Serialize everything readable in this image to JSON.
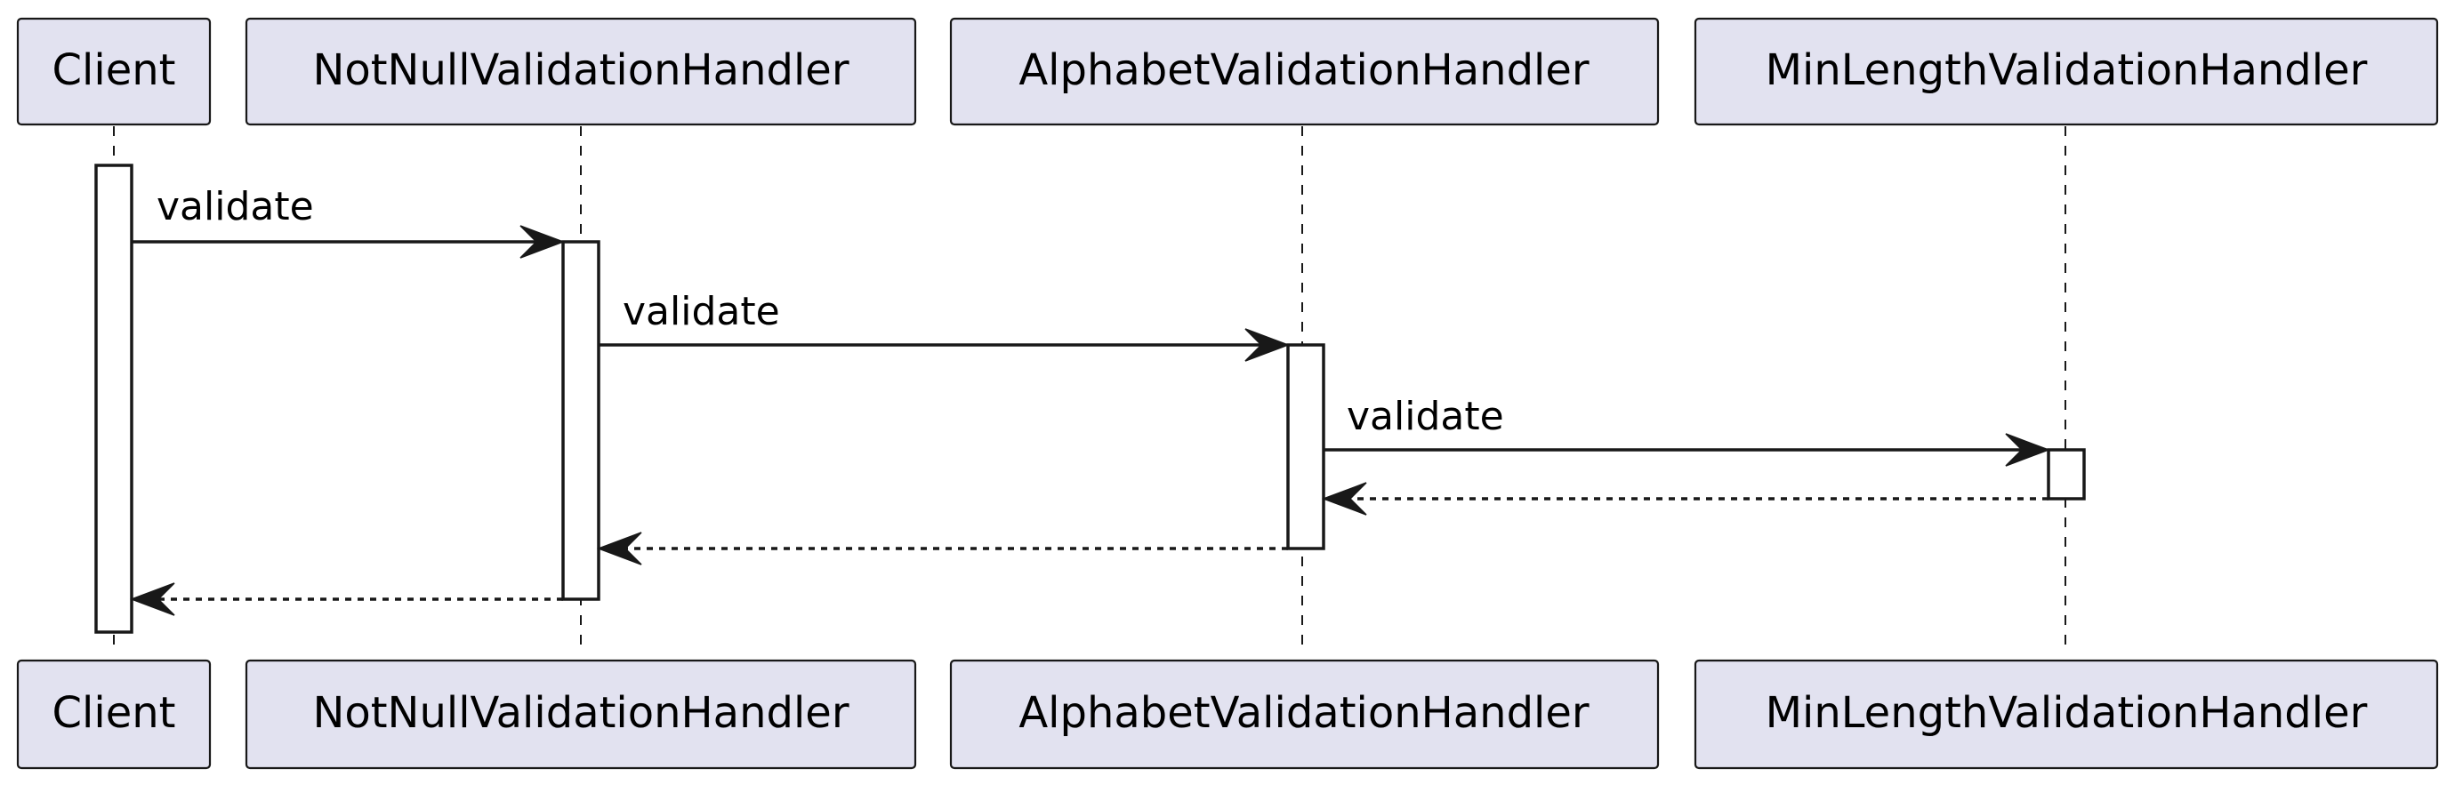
{
  "diagram": {
    "participants": [
      {
        "label": "Client"
      },
      {
        "label": "NotNullValidationHandler"
      },
      {
        "label": "AlphabetValidationHandler"
      },
      {
        "label": "MinLengthValidationHandler"
      }
    ],
    "messages": [
      {
        "from": 0,
        "to": 1,
        "label": "validate",
        "kind": "sync"
      },
      {
        "from": 1,
        "to": 2,
        "label": "validate",
        "kind": "sync"
      },
      {
        "from": 2,
        "to": 3,
        "label": "validate",
        "kind": "sync"
      },
      {
        "from": 3,
        "to": 2,
        "label": "",
        "kind": "return"
      },
      {
        "from": 2,
        "to": 1,
        "label": "",
        "kind": "return"
      },
      {
        "from": 1,
        "to": 0,
        "label": "",
        "kind": "return"
      }
    ],
    "colors": {
      "participant_fill": "#e2e2f0",
      "stroke": "#181818",
      "background": "#ffffff"
    }
  }
}
